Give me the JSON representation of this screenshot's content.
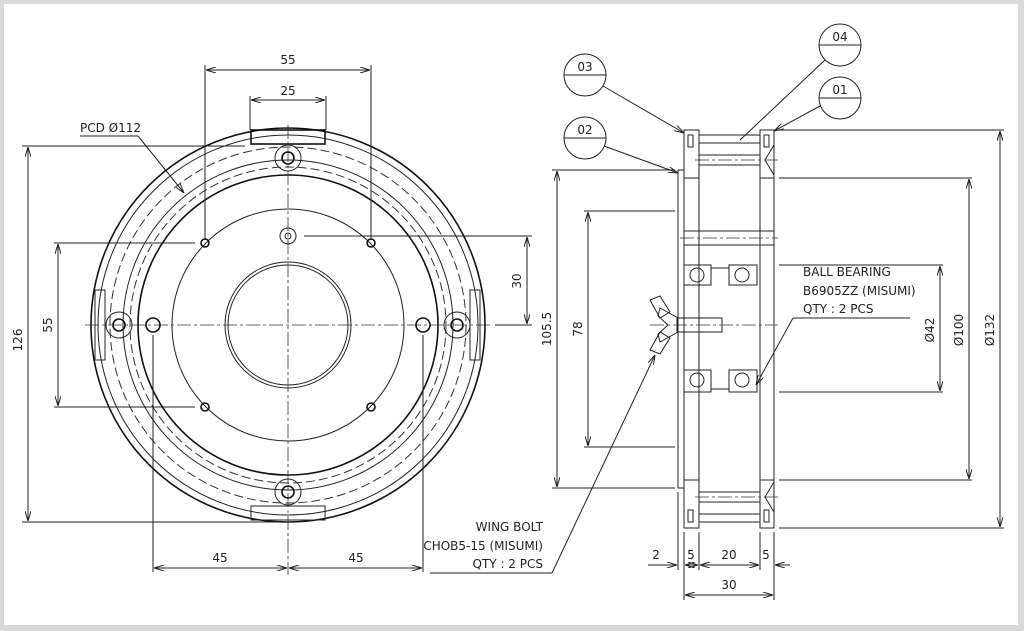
{
  "front_view": {
    "dims": {
      "top_outer": "55",
      "top_inner": "25",
      "height": "126",
      "left_pitch": "55",
      "right_offset": "30",
      "bottom_left": "45",
      "bottom_right": "45"
    },
    "pcd_label": "PCD Ø112"
  },
  "side_view": {
    "balloons": {
      "b01": "01",
      "b02": "02",
      "b03": "03",
      "b04": "04"
    },
    "dims": {
      "d105": "105.5",
      "d78": "78",
      "phi42": "Ø42",
      "phi100": "Ø100",
      "phi132": "Ø132",
      "w2": "2",
      "w5a": "5",
      "w20": "20",
      "w5b": "5",
      "w30": "30"
    },
    "bearing_note": {
      "line1": "BALL BEARING",
      "line2": "B6905ZZ (MISUMI)",
      "line3": "QTY : 2 PCS"
    },
    "wingbolt_note": {
      "line1": "WING BOLT",
      "line2": "CHOB5-15 (MISUMI)",
      "line3": "QTY : 2 PCS"
    }
  }
}
